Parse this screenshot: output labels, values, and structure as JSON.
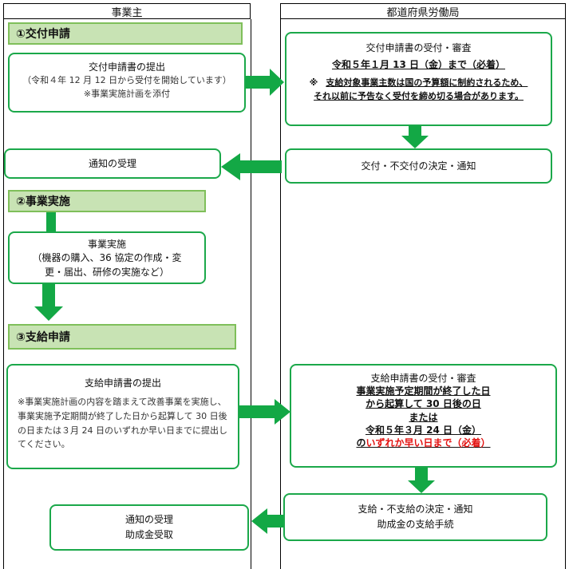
{
  "columns": {
    "left": "事業主",
    "right": "都道府県労働局"
  },
  "phases": {
    "p1": "①交付申請",
    "p2": "②事業実施",
    "p3": "③支給申請"
  },
  "left": {
    "submit_title": "交付申請書の提出",
    "submit_line2": "（令和４年 12 月 12 日から受付を開始しています）",
    "submit_line3": "※事業実施計画を添付",
    "notice1": "通知の受理",
    "impl_title": "事業実施",
    "impl_line2": "（機器の購入、36 協定の作成・変",
    "impl_line3": "更・届出、研修の実施など）",
    "pay_title": "支給申請書の提出",
    "pay_note": "※事業実施計画の内容を踏まえて改善事業を実施し、事業実施予定期間が終了した日から起算して 30 日後の日または３月 24 日のいずれか早い日までに提出してください。",
    "final_line1": "通知の受理",
    "final_line2": "助成金受取"
  },
  "right": {
    "review_title": "交付申請書の受付・審査",
    "review_deadline": "令和５年１月 13 日（金）まで（必着）",
    "review_note_mark": "※",
    "review_note_1": "支給対象事業主数は国の予算額に制約されるため、",
    "review_note_2": "それ以前に予告なく受付を締め切る場合があります。",
    "decision": "交付・不交付の決定・通知",
    "pay_review_title": "支給申請書の受付・審査",
    "pay_review_l1": "事業実施予定期間が終了した日",
    "pay_review_l2": "から起算して 30 日後の日",
    "pay_review_l3": "または",
    "pay_review_l4": "令和５年３月 24 日（金）",
    "pay_review_l5a": "の",
    "pay_review_l5b": "いずれか早い日まで（必着）",
    "final_line1": "支給・不支給の決定・通知",
    "final_line2": "助成金の支給手続"
  },
  "colors": {
    "border": "#1ba84a",
    "arrow": "#13a845",
    "phase_fill": "#c8e3b4",
    "accent_red": "#e3100f"
  }
}
